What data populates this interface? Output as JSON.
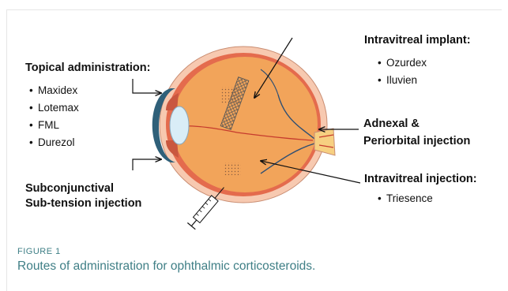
{
  "diagram": {
    "topical": {
      "heading": "Topical administration:",
      "items": [
        "Maxidex",
        "Lotemax",
        "FML",
        "Durezol"
      ]
    },
    "subconjunctival": {
      "lines": [
        "Subconjunctival",
        "Sub-tension injection"
      ]
    },
    "implant": {
      "heading": "Intravitreal implant:",
      "items": [
        "Ozurdex",
        "Iluvien"
      ]
    },
    "adnexal": {
      "lines": [
        "Adnexal &",
        "Periorbital injection"
      ]
    },
    "injection": {
      "heading": "Intravitreal injection:",
      "items": [
        "Triesence"
      ]
    },
    "bullet": "•",
    "colors": {
      "globe": "#f2a45a",
      "sclera": "#f7c9b0",
      "choroid": "#e46b4d",
      "cornea": "#2f6079",
      "lens": "#d9edf7",
      "optic_nerve": "#f7d081",
      "caption": "#3f7f86"
    }
  },
  "figure": {
    "label": "FIGURE 1",
    "caption": "Routes of administration for ophthalmic corticosteroids."
  }
}
